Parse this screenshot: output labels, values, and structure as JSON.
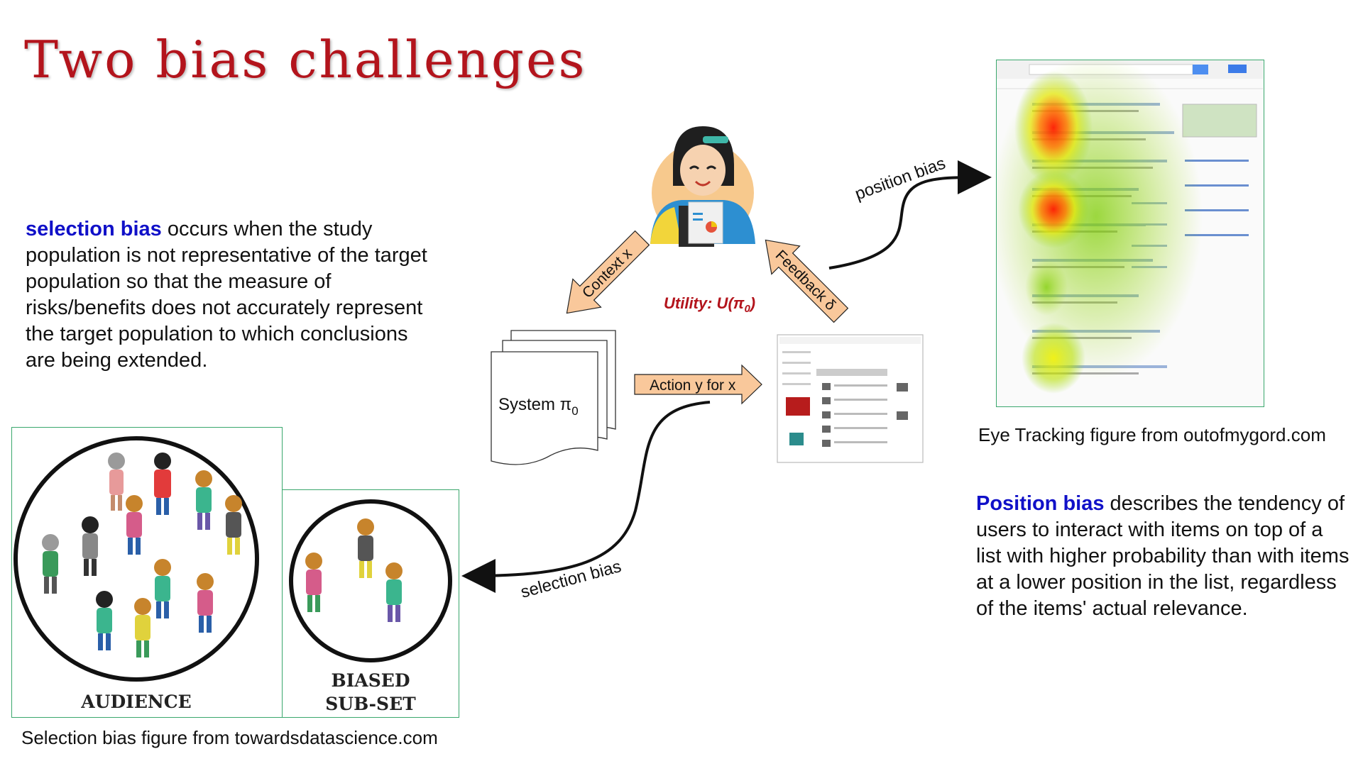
{
  "title": "Two bias challenges",
  "selection_paragraph": {
    "keyword": "selection bias",
    "text": " occurs when the study population is not representative of the target population so that the measure of risks/benefits does not accurately represent the target population to which conclusions are being extended."
  },
  "position_paragraph": {
    "keyword": "Position bias",
    "text": " describes the tendency of users to interact with items on top of a list with higher probability than with items at a lower position in the list, regardless of the items' actual relevance."
  },
  "captions": {
    "eye_tracking": "Eye Tracking figure from outofmygord.com",
    "selection": "Selection bias figure from towardsdatascience.com"
  },
  "diagram": {
    "context_label": "Context x",
    "feedback_label": "Feedback δ",
    "utility_label": "Utility: U(π",
    "utility_sub": "0",
    "utility_close": ")",
    "system_label": "System π",
    "system_sub": "0",
    "action_label": "Action y for x",
    "position_bias_label": "position bias",
    "selection_bias_label": "selection bias"
  },
  "figure_labels": {
    "audience": "AUDIENCE",
    "biased_line1": "BIASED",
    "biased_line2": "SUB-SET"
  },
  "colors": {
    "title": "#b3141c",
    "keyword": "#1010c8",
    "arrow_fill": "#f9c89b",
    "utility": "#b3141c",
    "frame": "#3aa76d"
  }
}
